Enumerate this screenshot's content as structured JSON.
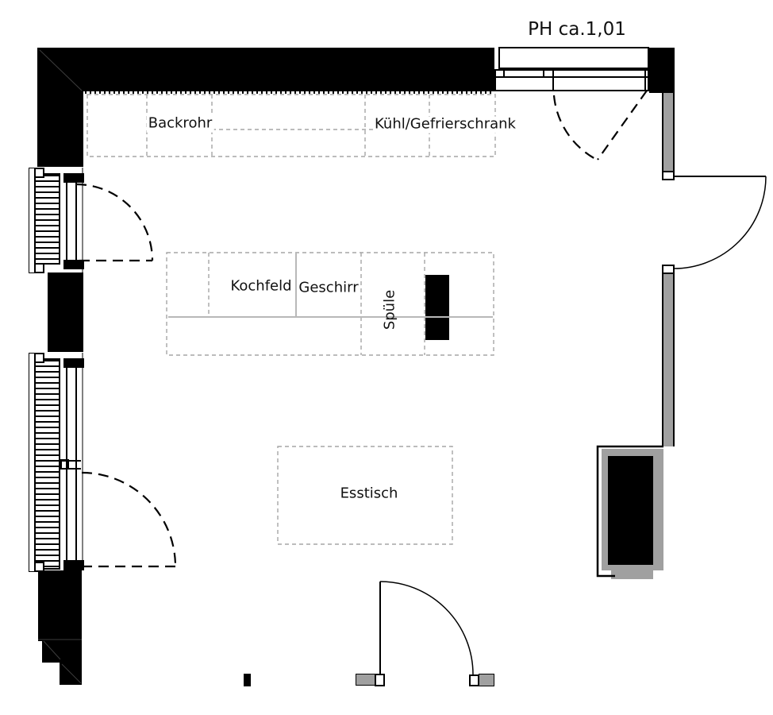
{
  "title": "Kitchen floor plan",
  "labels": {
    "parapet_height": "PH ca.1,01",
    "oven": "Backrohr",
    "fridge_freezer": "Kühl/Gefrierschrank",
    "cooktop": "Kochfeld",
    "dishes": "Geschirr",
    "sink": "Spüle",
    "dining_table": "Esstisch"
  },
  "colors": {
    "wall": "#000000",
    "glass": "#a0a0a0",
    "dash": "#a6a6a6",
    "island-line": "#b8b8b8",
    "floor": "#ffffff"
  }
}
